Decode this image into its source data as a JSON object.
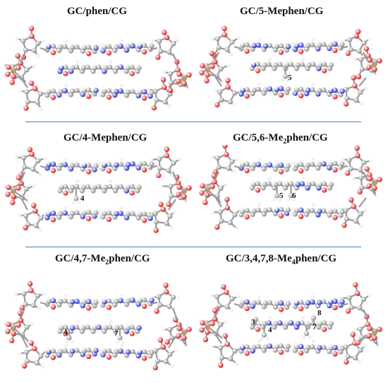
{
  "panels": [
    {
      "id": "p1",
      "title_main": "GC/phen/CG",
      "title_sub": "",
      "title_rest": "",
      "labels": []
    },
    {
      "id": "p2",
      "title_main": "GC/5-Mephen/CG",
      "title_sub": "",
      "title_rest": "",
      "labels": [
        "5"
      ]
    },
    {
      "id": "p3",
      "title_main": "GC/4-Mephen/CG",
      "title_sub": "",
      "title_rest": "",
      "labels": [
        "4"
      ]
    },
    {
      "id": "p4",
      "title_main": "GC/5,6-Me",
      "title_sub": "2",
      "title_rest": "phen/CG",
      "labels": [
        "5",
        "6"
      ]
    },
    {
      "id": "p5",
      "title_main": "GC/4,7-Me",
      "title_sub": "2",
      "title_rest": "phen/CG",
      "labels": [
        "4",
        "7"
      ]
    },
    {
      "id": "p6",
      "title_main": "GC/3,4,7,8-Me",
      "title_sub": "4",
      "title_rest": "phen/CG",
      "labels": [
        "3",
        "4",
        "7",
        "8"
      ]
    }
  ],
  "colors": {
    "carbon": "#8a8a8a",
    "hydrogen": "#e6e6e6",
    "nitrogen": "#1f2fc8",
    "oxygen": "#d21a1a",
    "phosphorus": "#d9821e",
    "separator": "#3f7fc4"
  }
}
